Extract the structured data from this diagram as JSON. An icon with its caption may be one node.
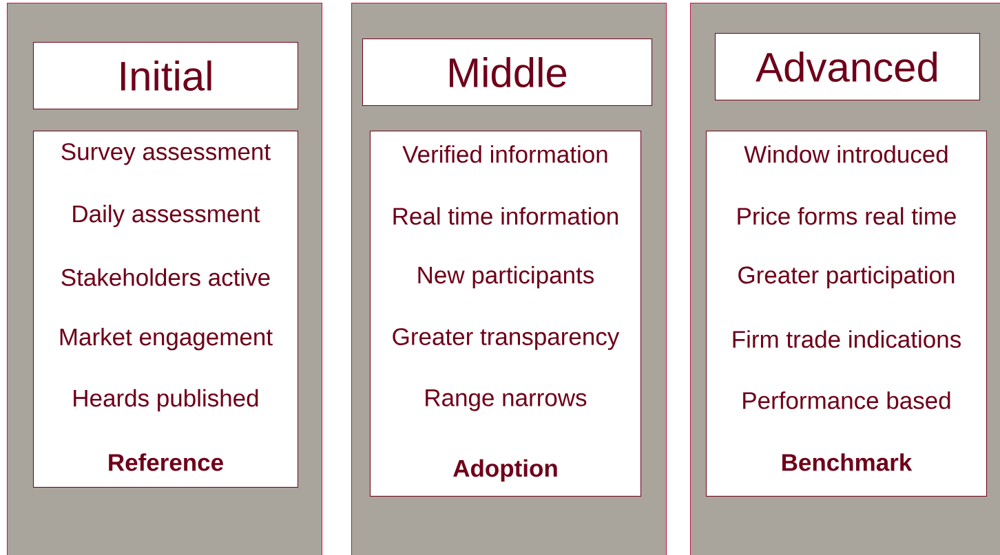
{
  "diagram": {
    "nodes": [
      {
        "text": [],
        "shape": "box"
      },
      {
        "text": [
          "Initial"
        ],
        "in": 0
      },
      {
        "text": [
          "Survey assessment",
          "Daily assessment",
          "Stakeholders active",
          "Market engagement",
          "Heards published",
          "**Reference**"
        ],
        "in": 0
      },
      {
        "text": [],
        "shape": "box"
      },
      {
        "text": [
          "Middle"
        ],
        "in": 3
      },
      {
        "text": [
          "Verified information",
          "Real time information",
          "New participants",
          "Greater transparency",
          "Range narrows",
          "**Adoption**"
        ],
        "in": 3
      },
      {
        "text": [],
        "shape": "box"
      },
      {
        "text": [
          "Advanced"
        ],
        "in": 6
      },
      {
        "text": [
          "Window introduced",
          "Price forms real time",
          "Greater participation",
          "Firm trade indications",
          "Performance based",
          "**Benchmark**"
        ],
        "in": 6
      }
    ]
  }
}
